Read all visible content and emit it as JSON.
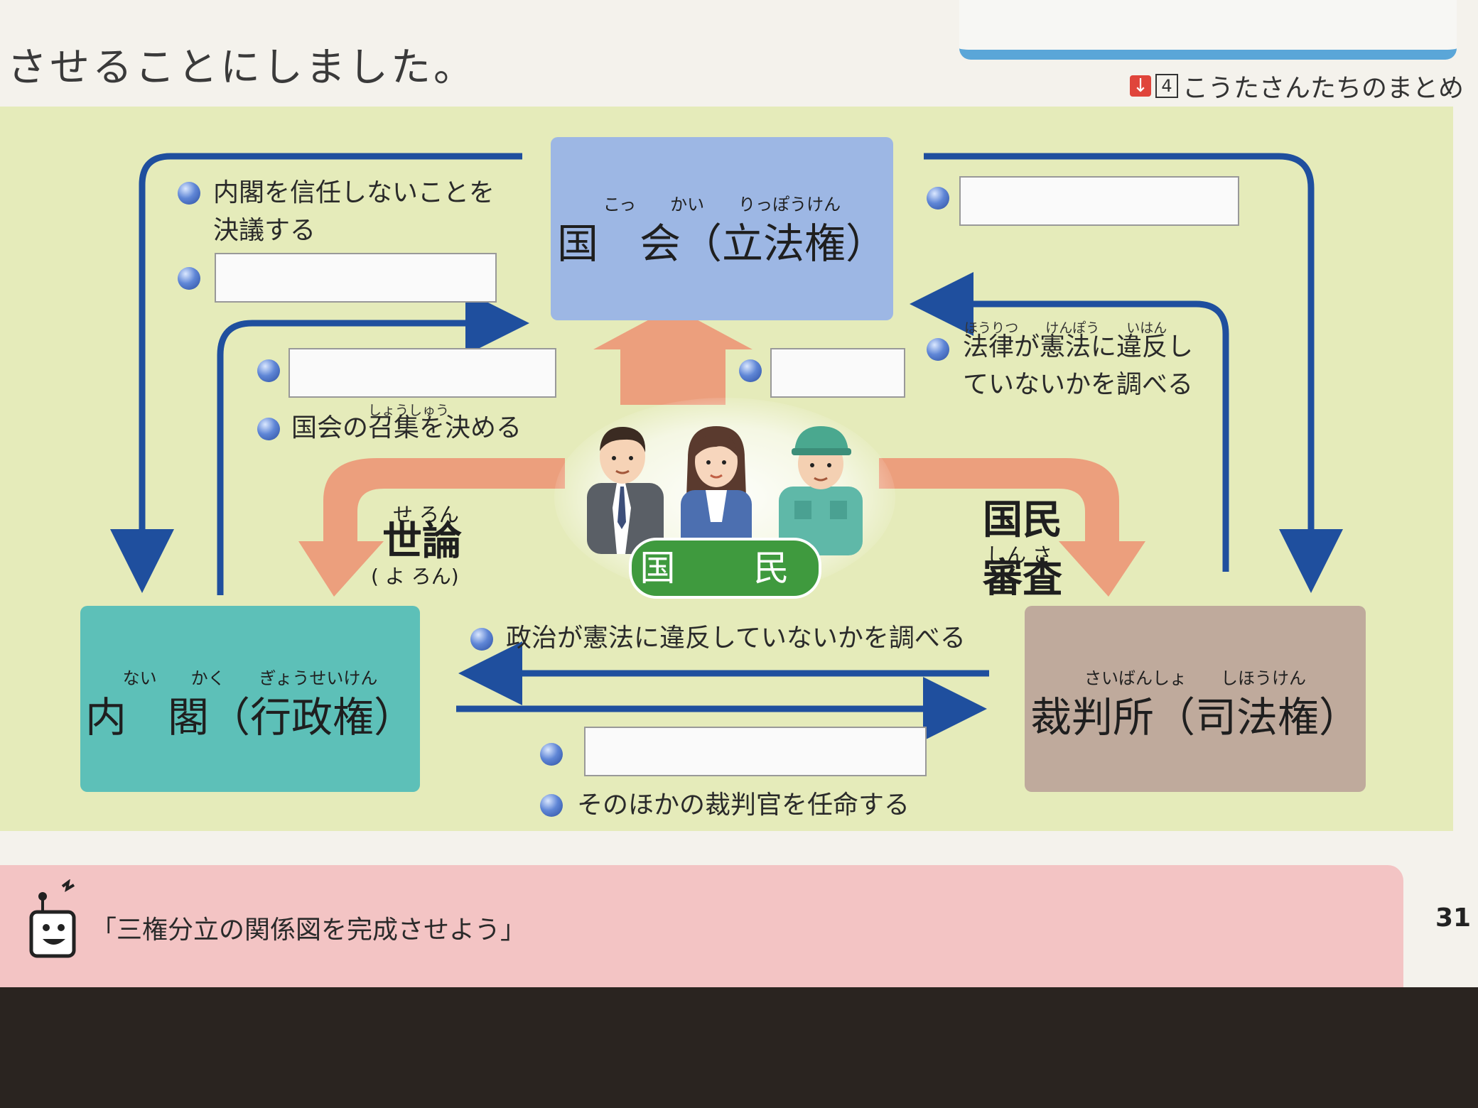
{
  "page": {
    "top_line": "させることにしました。",
    "summary_number": "4",
    "summary_link": "こうたさんたちのまとめ",
    "page_number": "31"
  },
  "diagram": {
    "diet": {
      "name": "国　会（立法権）",
      "ruby": "こっ　　かい　　りっぽうけん"
    },
    "cabinet": {
      "name": "内　閣（行政権）",
      "ruby": "ない　　かく　　ぎょうせいけん"
    },
    "court": {
      "name": "裁判所（司法権）",
      "ruby": "さいばんしょ　　しほうけん"
    },
    "people": {
      "name": "国　民"
    },
    "labels": {
      "no_confidence_line1": "内閣を信任しないことを",
      "no_confidence_line2": "決議する",
      "convene_diet": "国会の召集を決める",
      "convene_ruby": "しょうしゅう",
      "check_laws_line1": "法律が憲法に違反し",
      "check_laws_line2": "ていないかを調べる",
      "check_laws_ruby": "ほうりつ　　けんぽう　　いはん",
      "check_politics": "政治が憲法に違反していないかを調べる",
      "appoint_judges": "そのほかの裁判官を任命する"
    },
    "public_opinion": {
      "text": "世論",
      "ruby": "せ ろん",
      "alt": "( よ ろん)"
    },
    "national_review": {
      "line1": "国民",
      "ruby": "しん さ",
      "line2": "審査"
    }
  },
  "footer": {
    "robot_caption": "「三権分立の関係図を完成させよう」"
  },
  "colors": {
    "panel_bg": "#e5ebba",
    "diet_box": "#9db7e4",
    "cabinet_box": "#5dc0b8",
    "court_box": "#bfaa9c",
    "blue_arrow": "#1f4f9e",
    "orange_arrow": "#ec9f7d",
    "people_green": "#3f9a3e",
    "bottom_band": "#f3c4c4"
  }
}
